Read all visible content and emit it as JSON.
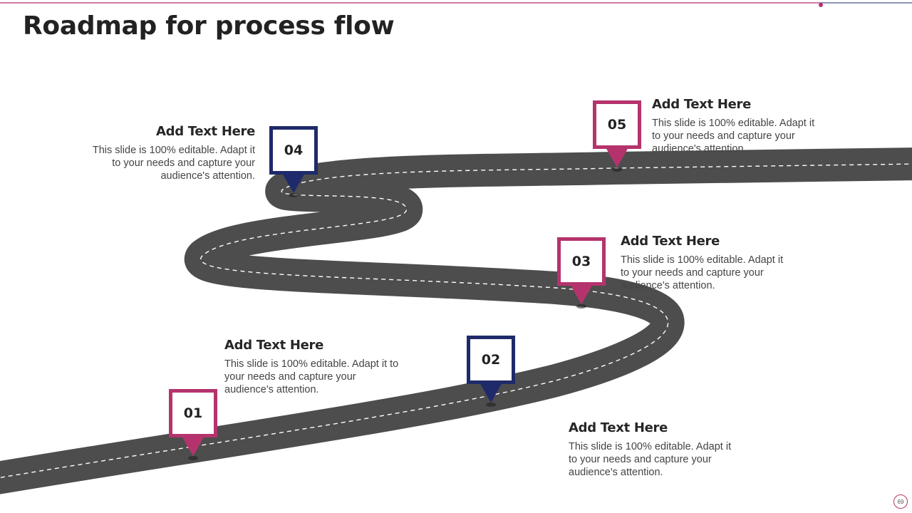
{
  "slide": {
    "title": "Roadmap for process flow",
    "page_number": "69"
  },
  "colors": {
    "road": "#4d4d4d",
    "road_dash": "#ffffff",
    "accent_magenta": "#b5336d",
    "accent_navy": "#1f2a6b",
    "title_text": "#222222",
    "body_text": "#444444"
  },
  "steps": [
    {
      "number": "01",
      "color": "magenta",
      "title": "Add Text Here",
      "body": "This slide is 100% editable. Adapt it to your needs and capture your audience's attention."
    },
    {
      "number": "02",
      "color": "navy",
      "title": "Add Text Here",
      "body": "This slide is 100% editable. Adapt it to your needs and capture your audience's attention."
    },
    {
      "number": "03",
      "color": "magenta",
      "title": "Add Text Here",
      "body": "This slide is 100% editable. Adapt it to your needs and capture your audience's attention."
    },
    {
      "number": "04",
      "color": "navy",
      "title": "Add Text Here",
      "body": "This slide is 100% editable. Adapt it to your needs and capture your audience's attention."
    },
    {
      "number": "05",
      "color": "magenta",
      "title": "Add Text Here",
      "body": "This slide is 100% editable. Adapt it to your needs and capture your audience's attention."
    }
  ]
}
